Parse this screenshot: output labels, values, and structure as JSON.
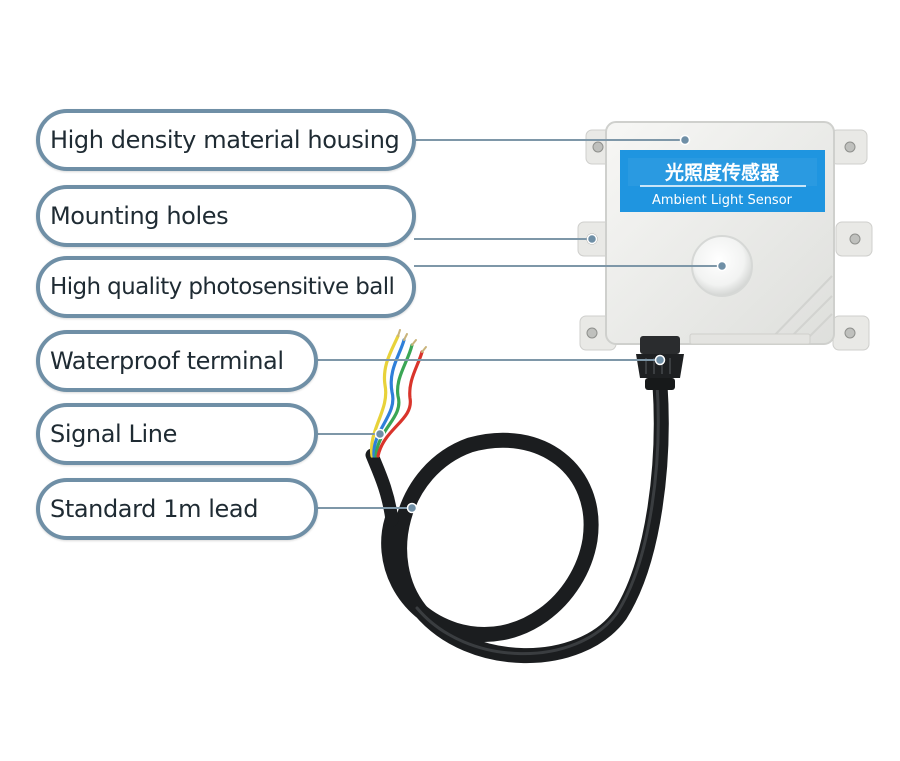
{
  "callouts": [
    {
      "id": "housing",
      "label": "High density material housing"
    },
    {
      "id": "mounting",
      "label": "Mounting holes"
    },
    {
      "id": "ball",
      "label": "High quality photosensitive ball"
    },
    {
      "id": "terminal",
      "label": "Waterproof terminal"
    },
    {
      "id": "signal",
      "label": "Signal Line"
    },
    {
      "id": "lead",
      "label": "Standard 1m lead"
    }
  ],
  "device": {
    "label_cn": "光照度传感器",
    "label_en": "Ambient Light Sensor"
  },
  "colors": {
    "callout_border": "#6f8fa6",
    "leader_line": "#7e97a8",
    "label_band": "#1f95e0",
    "housing": "#efefec",
    "cable": "#1b1d1f"
  },
  "wire_colors": [
    "#e8d23a",
    "#2f7fd9",
    "#3aa655",
    "#d9342b"
  ]
}
